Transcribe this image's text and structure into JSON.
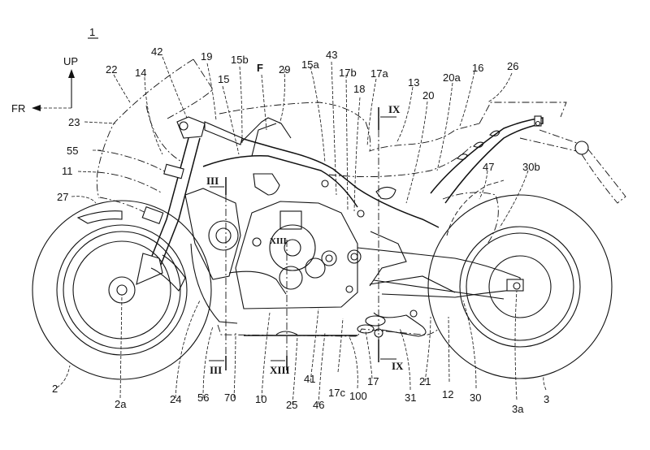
{
  "figure": {
    "title_numeral": "1",
    "direction_up": "UP",
    "direction_front": "FR"
  },
  "section_markers": {
    "III_top": "III",
    "III_bottom": "III",
    "XIII_mid": "XIII",
    "XIII_bottom": "XIII",
    "IX_top": "IX",
    "IX_bottom": "IX"
  },
  "labels": {
    "l42": "42",
    "l19": "19",
    "l15b": "15b",
    "lF": "F",
    "l29": "29",
    "l15a": "15a",
    "l43": "43",
    "l17b": "17b",
    "l17a": "17a",
    "l13": "13",
    "l20a": "20a",
    "l16": "16",
    "l26": "26",
    "l22": "22",
    "l14": "14",
    "l15": "15",
    "l18": "18",
    "l20": "20",
    "l23": "23",
    "l55": "55",
    "l11": "11",
    "l27": "27",
    "l47": "47",
    "l30b": "30b",
    "l2": "2",
    "l2a": "2a",
    "l24": "24",
    "l56": "56",
    "l70": "70",
    "l10": "10",
    "l25": "25",
    "l41": "41",
    "l46": "46",
    "l17c": "17c",
    "l100": "100",
    "l17": "17",
    "l31": "31",
    "l21": "21",
    "l12": "12",
    "l30": "30",
    "l3a": "3a",
    "l3": "3"
  }
}
